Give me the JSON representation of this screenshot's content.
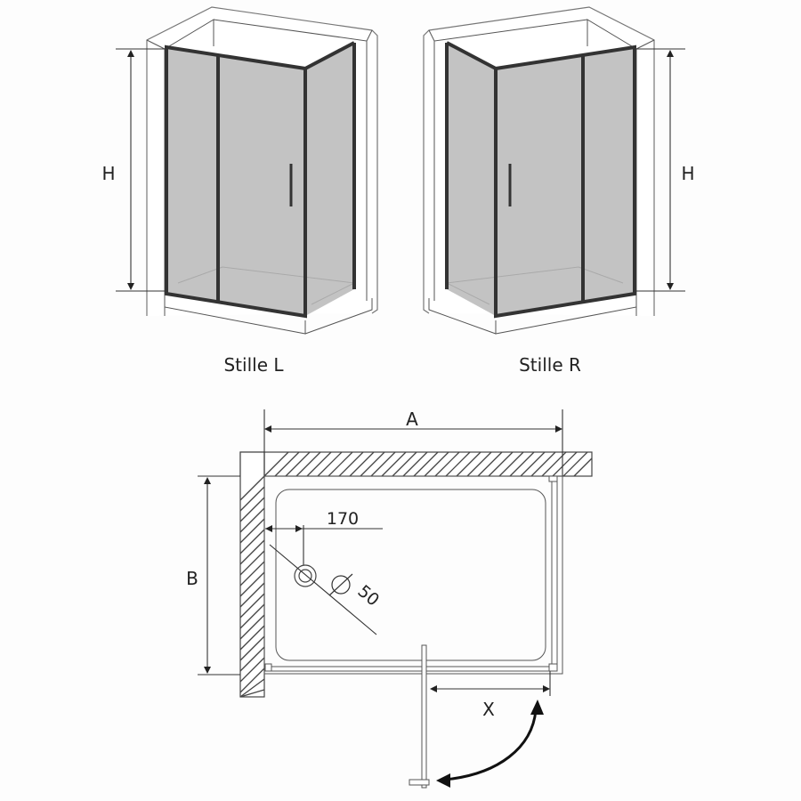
{
  "views": {
    "left": {
      "caption": "Stille L",
      "height_label": "H"
    },
    "right": {
      "caption": "Stille R",
      "height_label": "H"
    }
  },
  "plan": {
    "width_label": "A",
    "depth_label": "B",
    "drain_offset_label": "170",
    "drain_diameter_symbol": "⌀",
    "drain_diameter_label": "50",
    "door_opening_label": "X"
  },
  "colors": {
    "glass": "#b9b9b9",
    "frame": "#333333",
    "background": "#ffffff"
  }
}
